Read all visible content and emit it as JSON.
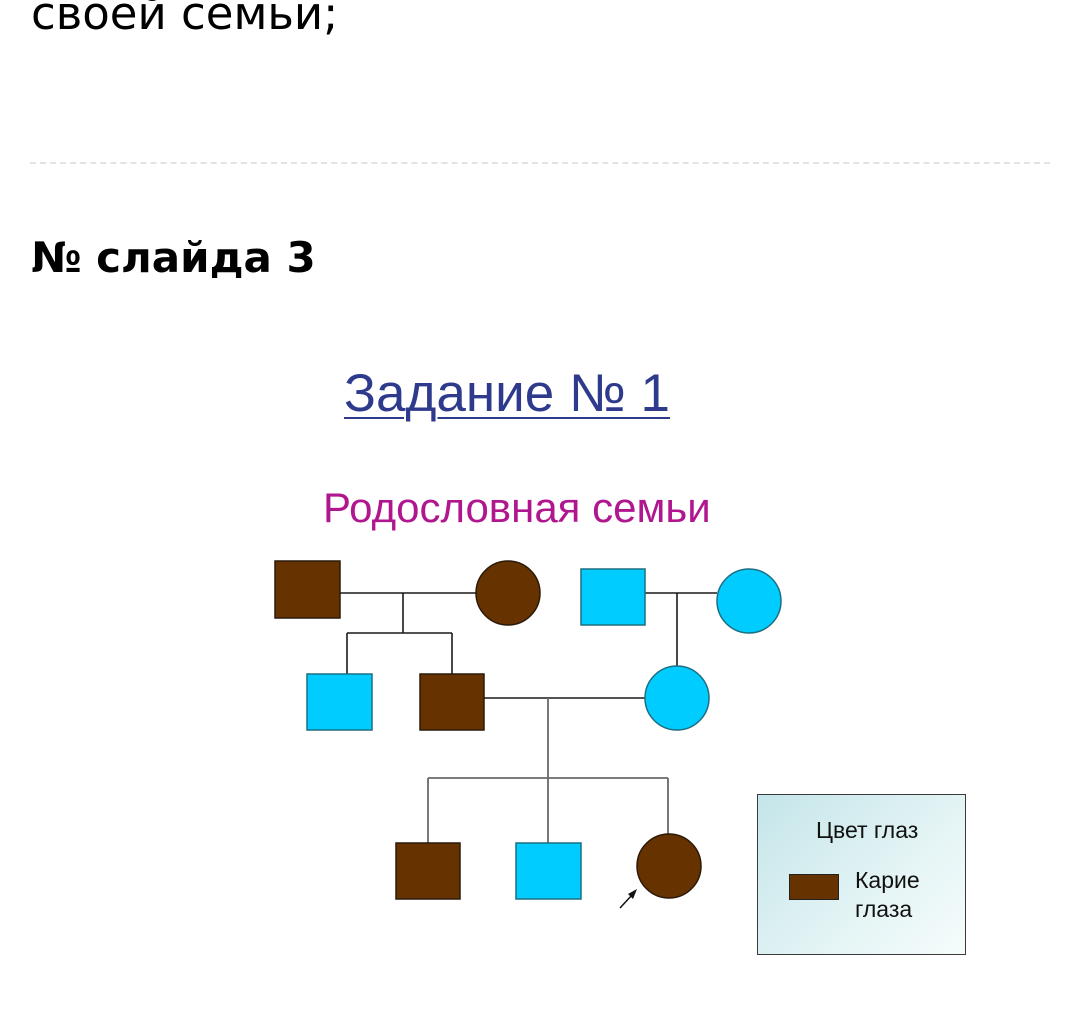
{
  "previous_item": {
    "text": "своей семьи;"
  },
  "slide": {
    "heading": "№ слайда 3",
    "task_title": "Задание № 1",
    "pedigree_title": "Родословная семьи",
    "legend": {
      "title": "Цвет глаз",
      "swatch_color": "#663300",
      "label": "Карие глаза"
    },
    "colors": {
      "brown_eyes": "#663300",
      "blue_eyes": "#00CCFF",
      "task_title": "#2e3a8c",
      "pedigree_title": "#b0178f"
    },
    "pedigree": {
      "generation_1": [
        {
          "sex": "male",
          "trait": "brown"
        },
        {
          "sex": "female",
          "trait": "brown"
        },
        {
          "sex": "male",
          "trait": "blue"
        },
        {
          "sex": "female",
          "trait": "blue"
        }
      ],
      "generation_2": [
        {
          "sex": "male",
          "trait": "blue"
        },
        {
          "sex": "male",
          "trait": "brown"
        },
        {
          "sex": "female",
          "trait": "blue"
        }
      ],
      "generation_3": [
        {
          "sex": "male",
          "trait": "brown"
        },
        {
          "sex": "male",
          "trait": "blue"
        },
        {
          "sex": "female",
          "trait": "brown",
          "proband": true
        }
      ]
    }
  }
}
